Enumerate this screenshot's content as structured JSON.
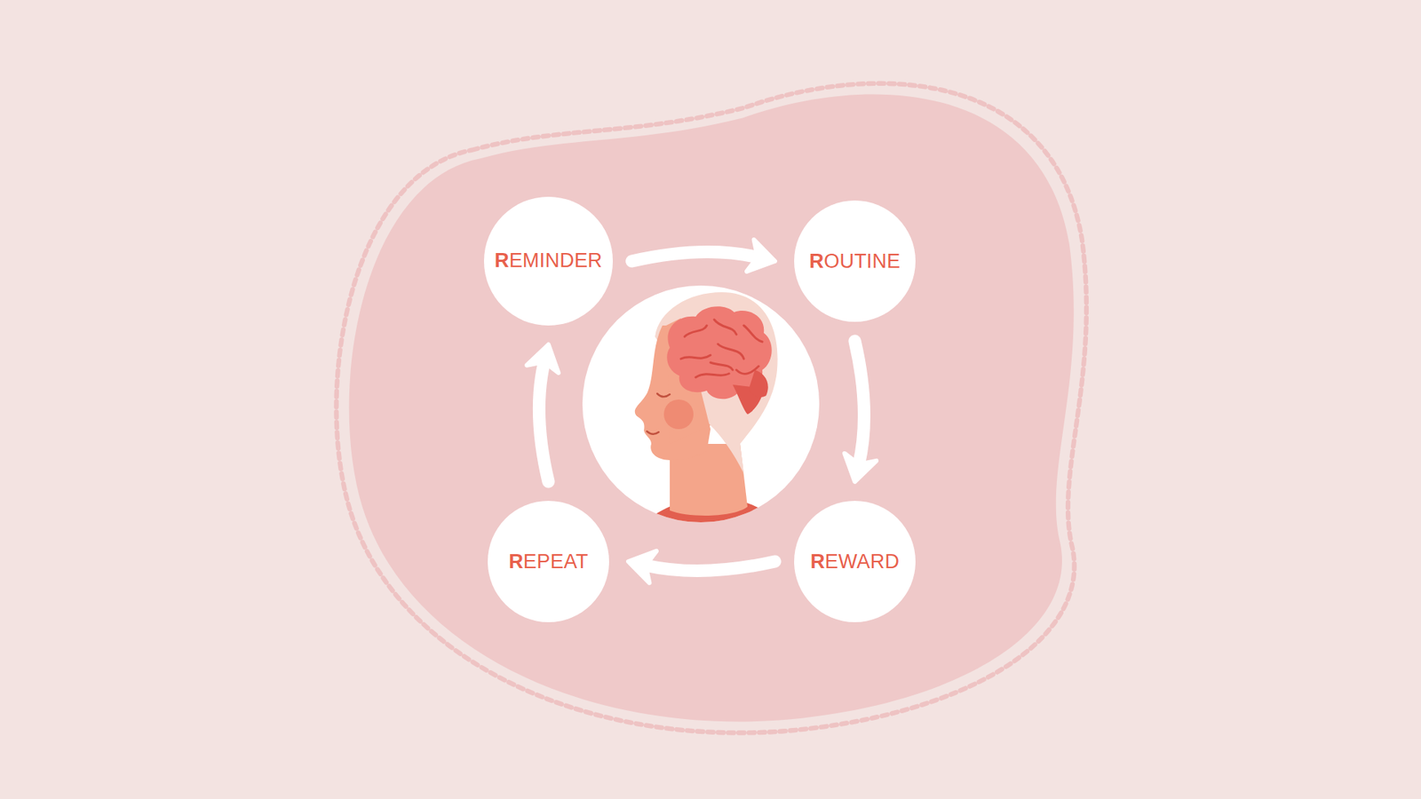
{
  "diagram": {
    "nodes": [
      {
        "text": [
          "REMINDER"
        ]
      },
      {
        "text": [
          "ROUTINE"
        ]
      },
      {
        "text": [
          "REWARD"
        ]
      },
      {
        "text": [
          "REPEAT"
        ]
      }
    ],
    "edges": [
      {
        "from": 0,
        "to": 1,
        "arrow": "to"
      },
      {
        "from": 1,
        "to": 2,
        "arrow": "to"
      },
      {
        "from": 2,
        "to": 3,
        "arrow": "to"
      },
      {
        "from": 3,
        "to": 0,
        "arrow": "to"
      }
    ]
  }
}
